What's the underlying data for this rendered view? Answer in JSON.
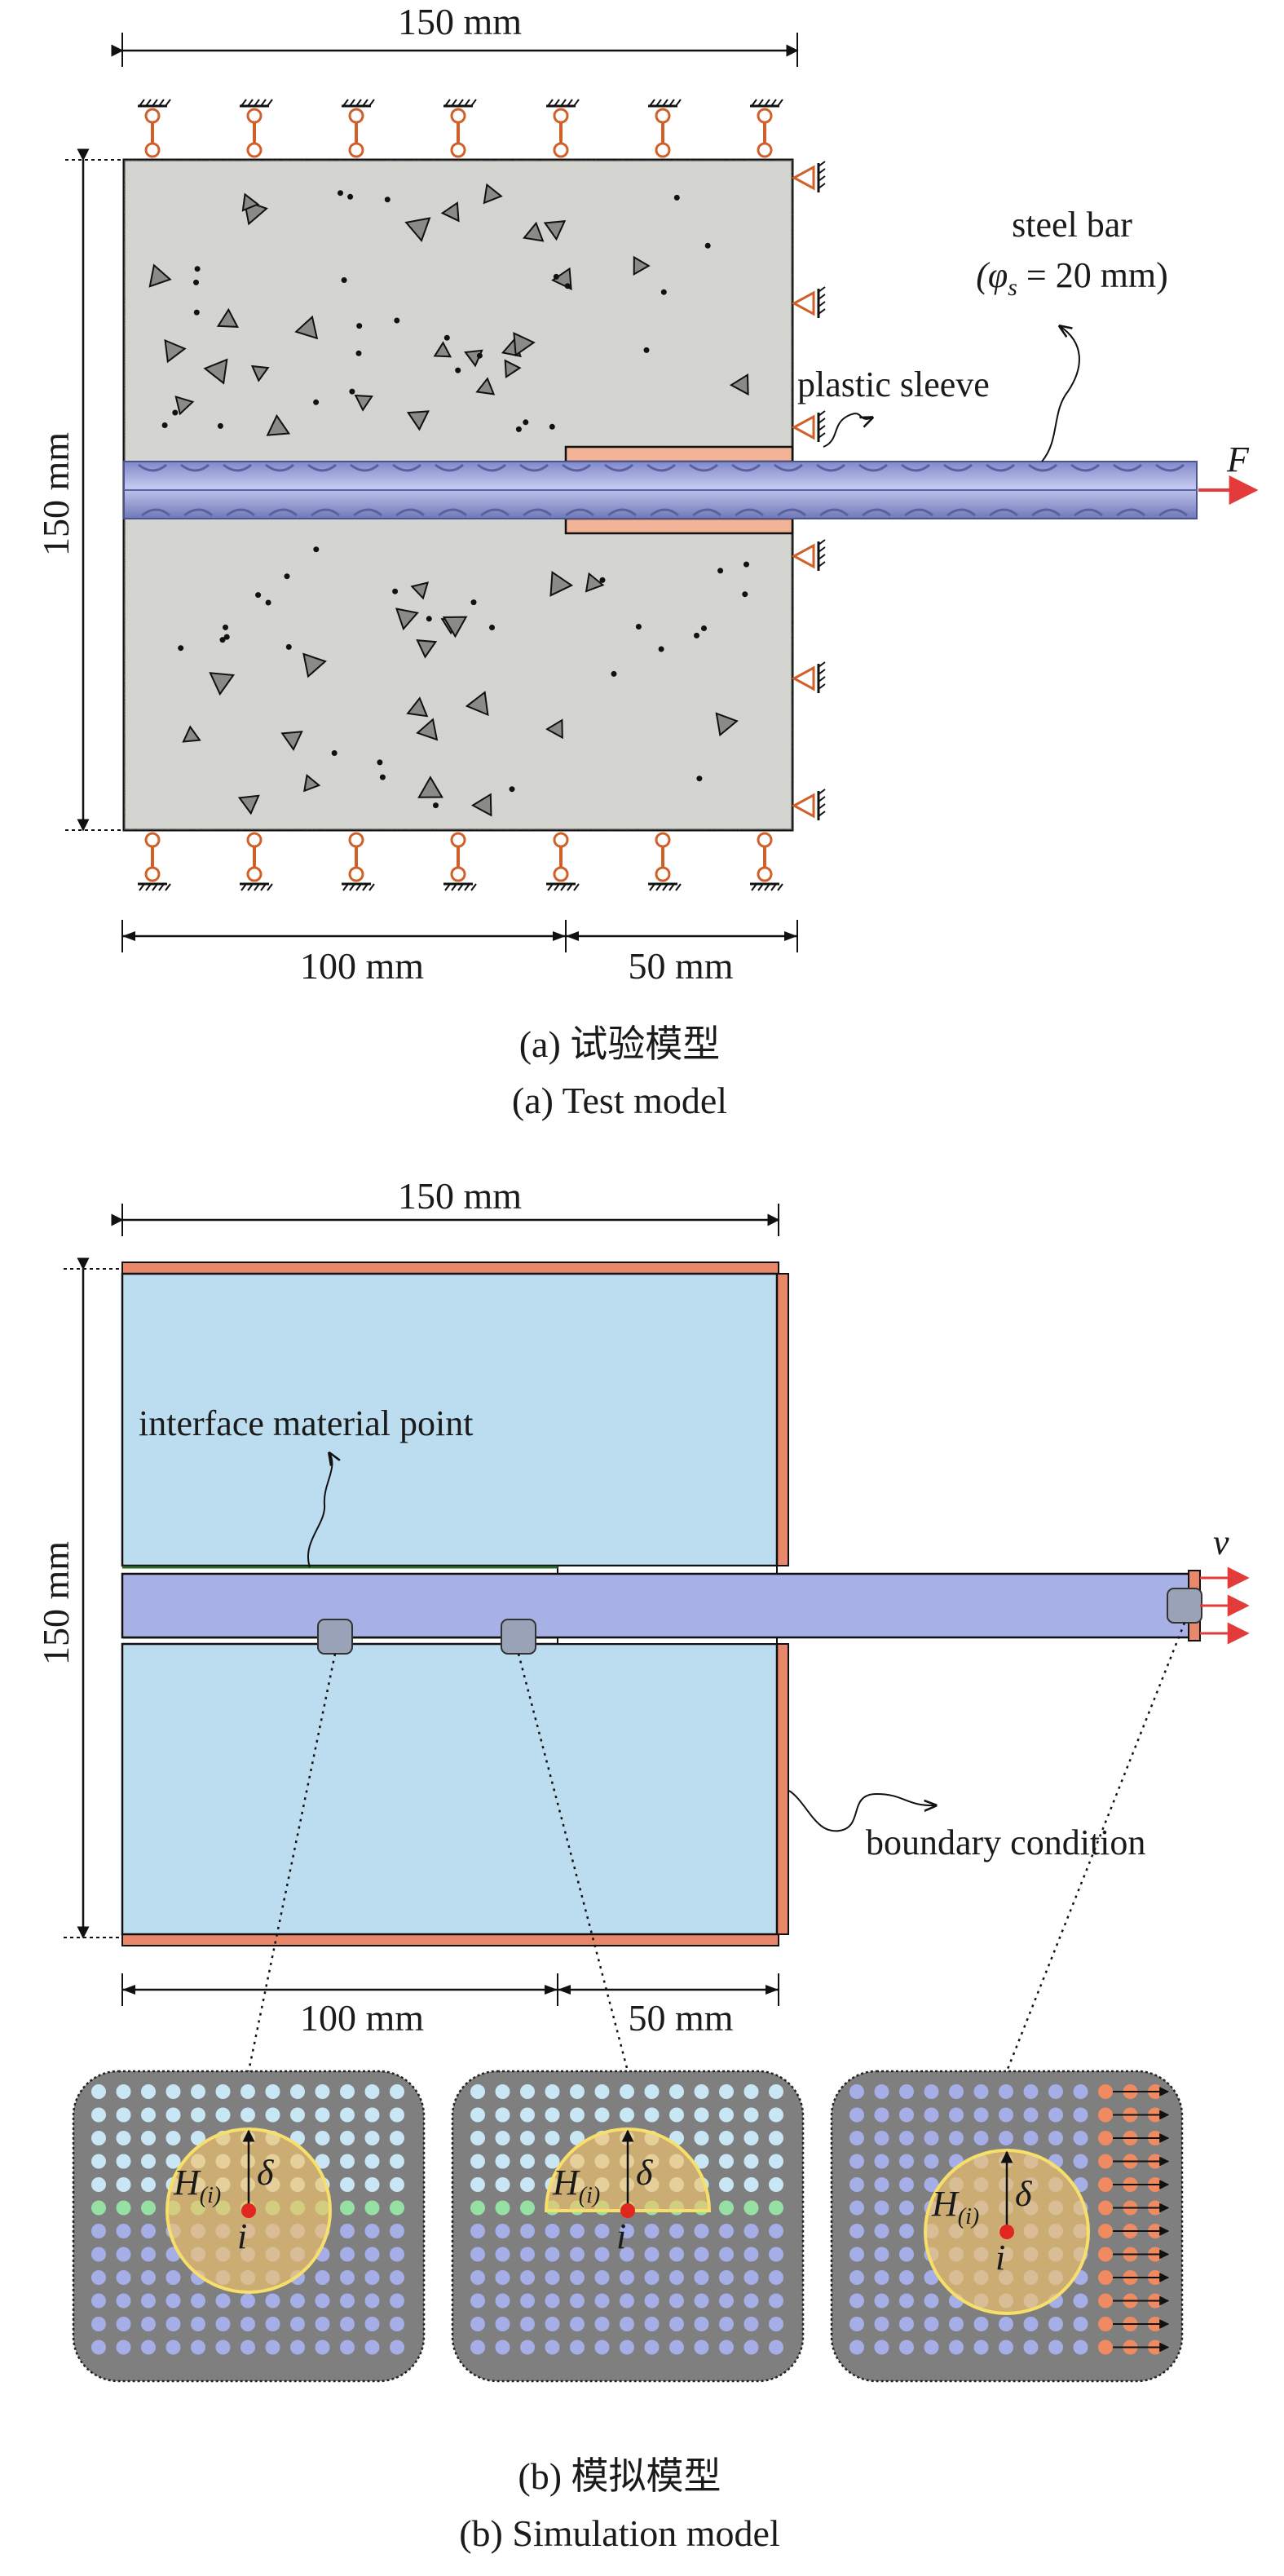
{
  "panel_a": {
    "dim_top": "150 mm",
    "dim_left": "150 mm",
    "dim_bottom_left": "100 mm",
    "dim_bottom_right": "50 mm",
    "label_plastic_sleeve": "plastic sleeve",
    "label_steel_bar_line1": "steel bar",
    "label_steel_bar_phi": "(φ",
    "label_steel_bar_sub": "s",
    "label_steel_bar_rest": " = 20 mm)",
    "label_force": "F",
    "caption_cn": "(a) 试验模型",
    "caption_en": "(a) Test model"
  },
  "panel_b": {
    "dim_top": "150 mm",
    "dim_left": "150 mm",
    "dim_bottom_left": "100 mm",
    "dim_bottom_right": "50 mm",
    "label_interface": "interface material point",
    "label_boundary": "boundary condition",
    "label_velocity": "v",
    "inset_H": "H",
    "inset_H_sub": "(i)",
    "inset_delta": "δ",
    "inset_i": "i",
    "caption_cn": "(b) 模拟模型",
    "caption_en": "(b) Simulation model"
  },
  "colors": {
    "concrete_fill": "#d9d9d6",
    "steel_bar": "#8f9ad8",
    "sleeve": "#f3b397",
    "support": "#d0602a",
    "sim_concrete": "#bcdcef",
    "sim_bar": "#a7b1e6",
    "boundary": "#e8876a",
    "inset_bg": "#7f7f7f",
    "point_concrete": "#c8e6f4",
    "point_steel": "#a5aee6",
    "point_interface": "#96e0a4",
    "point_boundary": "#f08a60",
    "horizon": "#f5c56b",
    "force_arrow": "#e33a3a"
  }
}
